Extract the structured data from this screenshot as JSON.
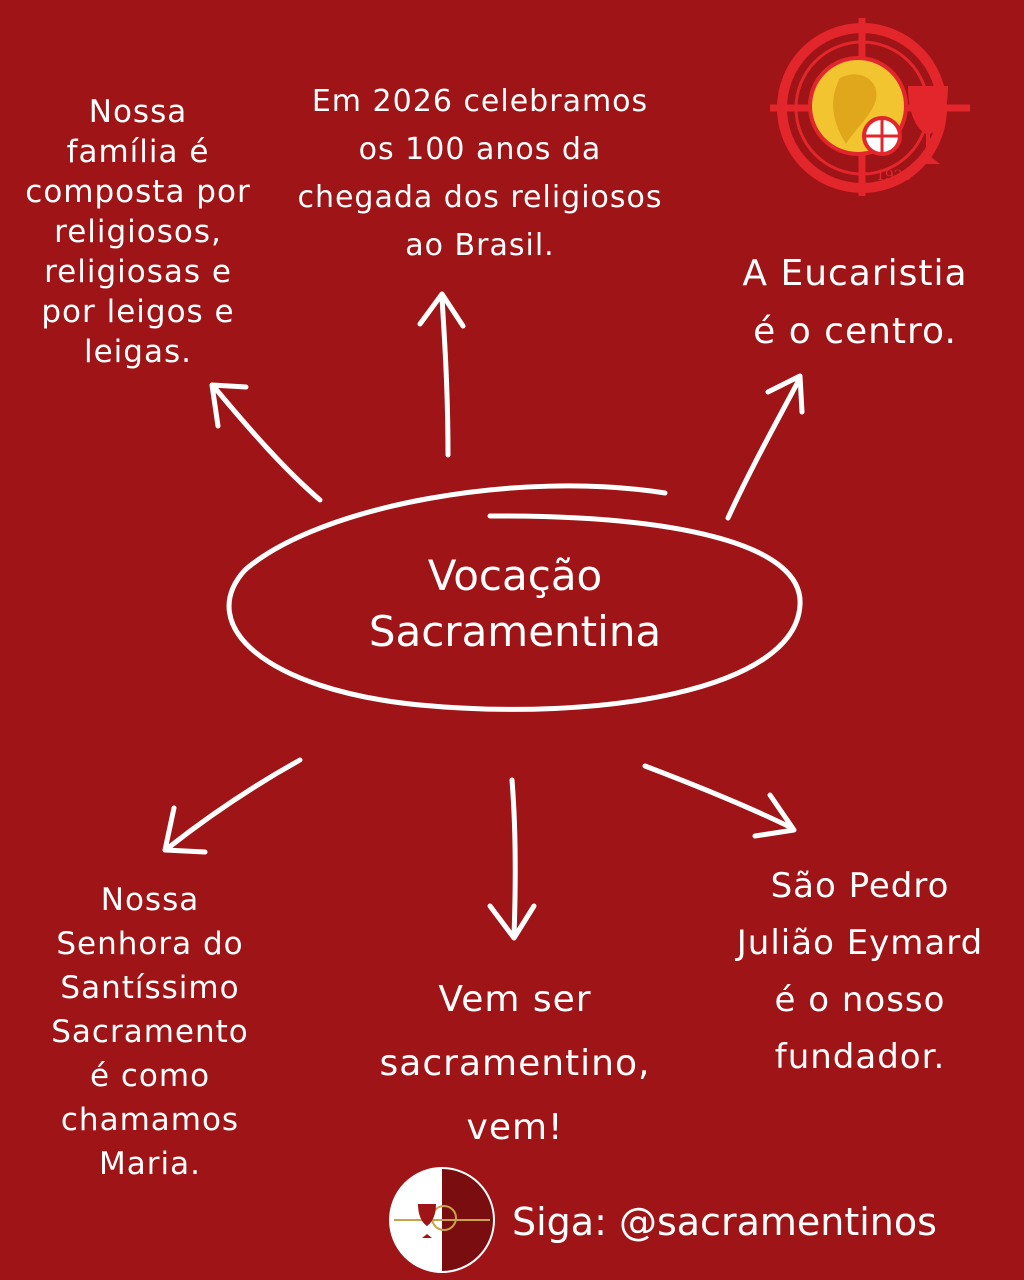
{
  "center": {
    "label": "Vocação\nSacramentina"
  },
  "nodes": [
    {
      "text": "Nossa\nfamília é\ncomposta por\nreligiosos,\nreligiosas e\npor  leigos e\nleigas."
    },
    {
      "text": "Em 2026 celebramos\nos 100 anos da\nchegada dos religiosos\nao Brasil."
    },
    {
      "text": "A Eucaristia\né o centro."
    },
    {
      "text": "Nossa\nSenhora do\nSantíssimo\nSacramento\né como\nchamamos\nMaria."
    },
    {
      "text": "Vem ser\nsacramentino,\nvem!"
    },
    {
      "text": "São Pedro\nJulião Eymard\né o nosso\nfundador."
    }
  ],
  "footer": {
    "follow_text": "Siga: @sacramentinos",
    "logo_icon": "sacramentinos-logo-icon"
  },
  "seal": {
    "icon": "centenary-seal-icon",
    "year": "1926"
  },
  "colors": {
    "background": "#9f1416",
    "foreground": "#ffffff",
    "seal_red": "#e3262b",
    "seal_gold": "#f2c530"
  }
}
